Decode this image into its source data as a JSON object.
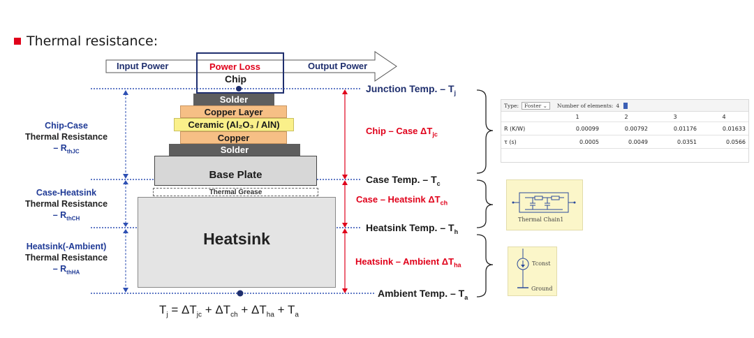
{
  "title": "Thermal resistance:",
  "arrow": {
    "input": "Input Power",
    "loss": "Power Loss",
    "output": "Output Power"
  },
  "layers": {
    "chip": "Chip",
    "solder_top": "Solder",
    "copper_layer": "Copper Layer",
    "ceramic": "Ceramic (Al₂O₃ / AlN)",
    "copper": "Copper",
    "solder_bottom": "Solder",
    "base_plate": "Base Plate",
    "thermal_grease": "Thermal Grease",
    "heatsink": "Heatsink"
  },
  "left": {
    "jc": {
      "l1": "Chip-Case",
      "l2": "Thermal Resistance",
      "l3": "– R",
      "sub": "thJC"
    },
    "ch": {
      "l1": "Case-Heatsink",
      "l2": "Thermal Resistance",
      "l3": "– R",
      "sub": "thCH"
    },
    "ha": {
      "l1": "Heatsink(-Ambient)",
      "l2": "Thermal Resistance",
      "l3": "– R",
      "sub": "thHA"
    }
  },
  "deltas": {
    "jc": {
      "text": "Chip – Case ΔT",
      "sub": "jc"
    },
    "ch": {
      "text": "Case – Heatsink ΔT",
      "sub": "ch"
    },
    "ha": {
      "text": "Heatsink – Ambient ΔT",
      "sub": "ha"
    }
  },
  "temps": {
    "j": {
      "text": "Junction Temp. – T",
      "sub": "j"
    },
    "c": {
      "text": "Case Temp. – T",
      "sub": "c"
    },
    "h": {
      "text": "Heatsink Temp. – T",
      "sub": "h"
    },
    "a": {
      "text": "Ambient Temp. – T",
      "sub": "a"
    }
  },
  "formula": {
    "t1": "T",
    "s1": "j",
    "t2": " = ΔT",
    "s2": "jc",
    "t3": " + ΔT",
    "s3": "ch",
    "t4": " + ΔT",
    "s4": "ha",
    "t5": " + T",
    "s5": "a"
  },
  "foster": {
    "type_label": "Type:",
    "type_value": "Foster",
    "num_label": "Number of elements:",
    "num_value": "4",
    "headers": [
      "",
      "1",
      "2",
      "3",
      "4"
    ],
    "rows": [
      {
        "label": "R (K/W)",
        "values": [
          "0.00099",
          "0.00792",
          "0.01176",
          "0.01633"
        ]
      },
      {
        "label": "τ (s)",
        "values": [
          "0.0005",
          "0.0049",
          "0.0351",
          "0.0566"
        ]
      }
    ]
  },
  "chain_label": "Thermal Chain1",
  "tconst_label": "Tconst",
  "ground_label": "Ground",
  "colors": {
    "accent_red": "#e0001a",
    "label_blue": "#1f3a96",
    "dotted_blue": "#2d4fb3"
  }
}
